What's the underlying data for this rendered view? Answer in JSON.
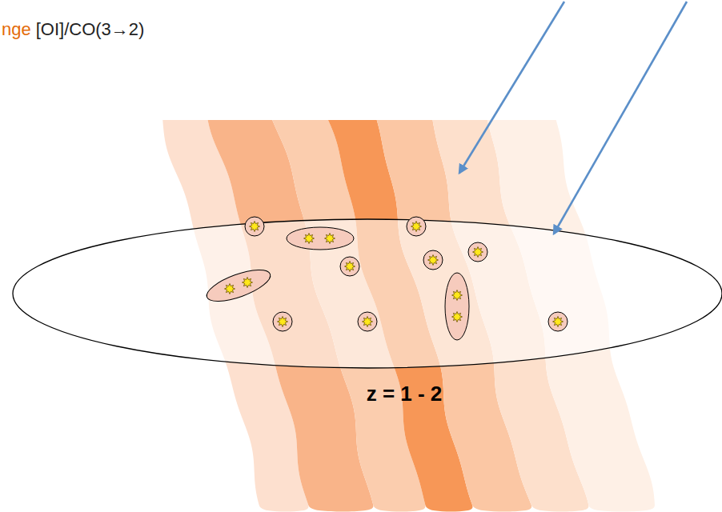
{
  "diagram": {
    "labels": [
      "nge",
      "[OI]/CO(3→2)",
      "z = 1 - 2"
    ]
  }
}
